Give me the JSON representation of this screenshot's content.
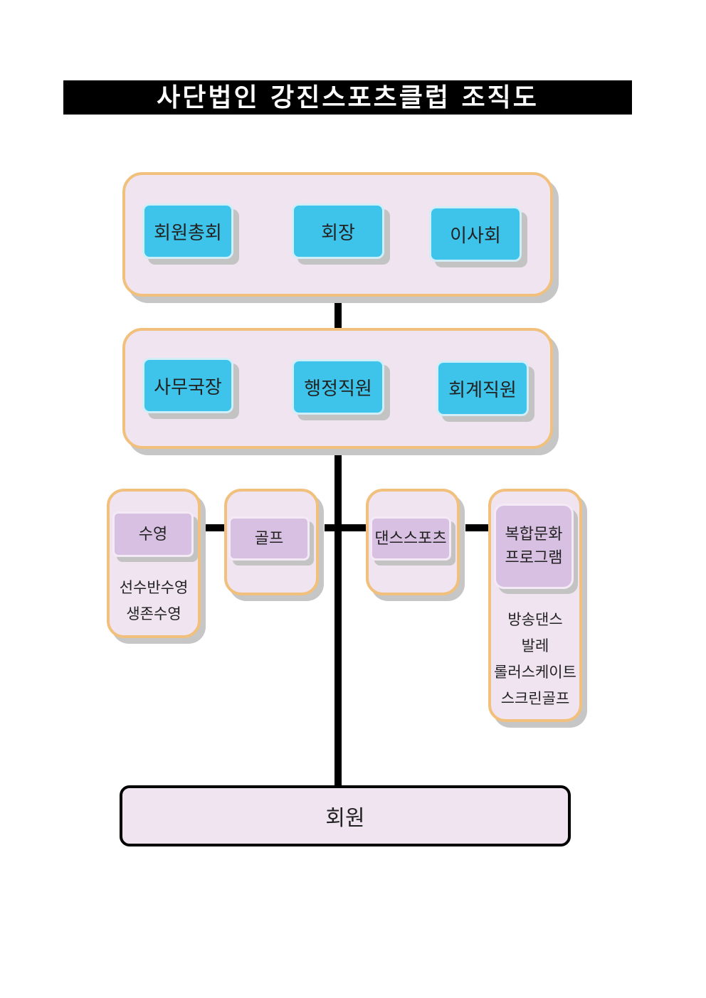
{
  "title": "사단법인 강진스포츠클럽 조직도",
  "leadership": {
    "general_assembly": "회원총회",
    "president": "회장",
    "board": "이사회"
  },
  "secretariat": {
    "secretary_general": "사무국장",
    "admin_staff": "행정직원",
    "accounting_staff": "회계직원"
  },
  "programs": {
    "swimming": {
      "label": "수영",
      "items": [
        "선수반수영",
        "생존수영"
      ]
    },
    "golf": {
      "label": "골프"
    },
    "dancesports": {
      "label": "댄스스포츠"
    },
    "cultural": {
      "label_line1": "복합문화",
      "label_line2": "프로그램",
      "items": [
        "방송댄스",
        "발레",
        "롤러스케이트",
        "스크린골프"
      ]
    }
  },
  "members": "회원"
}
